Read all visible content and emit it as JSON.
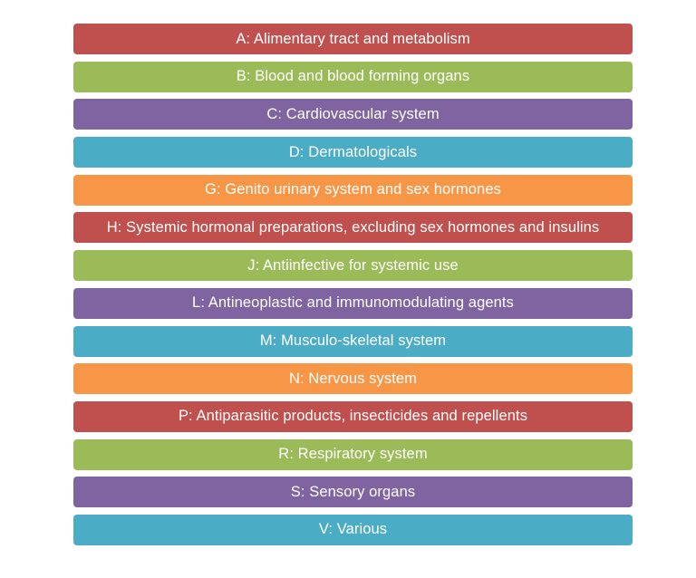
{
  "colors": {
    "red": "#c0504d",
    "green": "#9bbb59",
    "purple": "#8064a2",
    "blue": "#4bacc6",
    "orange": "#f79646"
  },
  "categories": [
    {
      "label": "A: Alimentary tract and metabolism",
      "color": "red"
    },
    {
      "label": "B: Blood and blood forming organs",
      "color": "green"
    },
    {
      "label": "C: Cardiovascular system",
      "color": "purple"
    },
    {
      "label": "D: Dermatologicals",
      "color": "blue"
    },
    {
      "label": "G: Genito urinary system and sex hormones",
      "color": "orange"
    },
    {
      "label": "H: Systemic hormonal preparations, excluding sex hormones and insulins",
      "color": "red"
    },
    {
      "label": "J: Antiinfective for systemic use",
      "color": "green"
    },
    {
      "label": "L: Antineoplastic and immunomodulating agents",
      "color": "purple"
    },
    {
      "label": "M: Musculo-skeletal system",
      "color": "blue"
    },
    {
      "label": "N: Nervous system",
      "color": "orange"
    },
    {
      "label": "P: Antiparasitic products, insecticides and repellents",
      "color": "red"
    },
    {
      "label": "R: Respiratory system",
      "color": "green"
    },
    {
      "label": "S: Sensory organs",
      "color": "purple"
    },
    {
      "label": "V: Various",
      "color": "blue"
    }
  ]
}
